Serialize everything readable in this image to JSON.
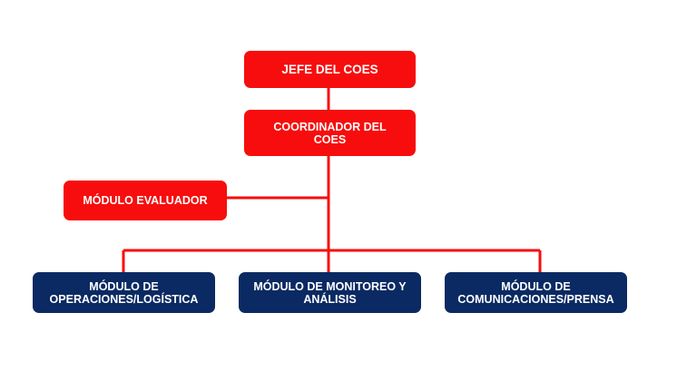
{
  "chart": {
    "nodes": {
      "jefe": "JEFE DEL COES",
      "coordinador": "COORDINADOR DEL COES",
      "evaluador": "MÓDULO EVALUADOR",
      "operaciones": "MÓDULO DE OPERACIONES/LOGÍSTICA",
      "monitoreo": "MÓDULO DE MONITOREO Y ANÁLISIS",
      "comunicaciones": "MÓDULO DE COMUNICACIONES/PRENSA"
    },
    "colors": {
      "red": "#f70d0d",
      "navy": "#0b2a63",
      "connector": "#f70d0d"
    }
  }
}
